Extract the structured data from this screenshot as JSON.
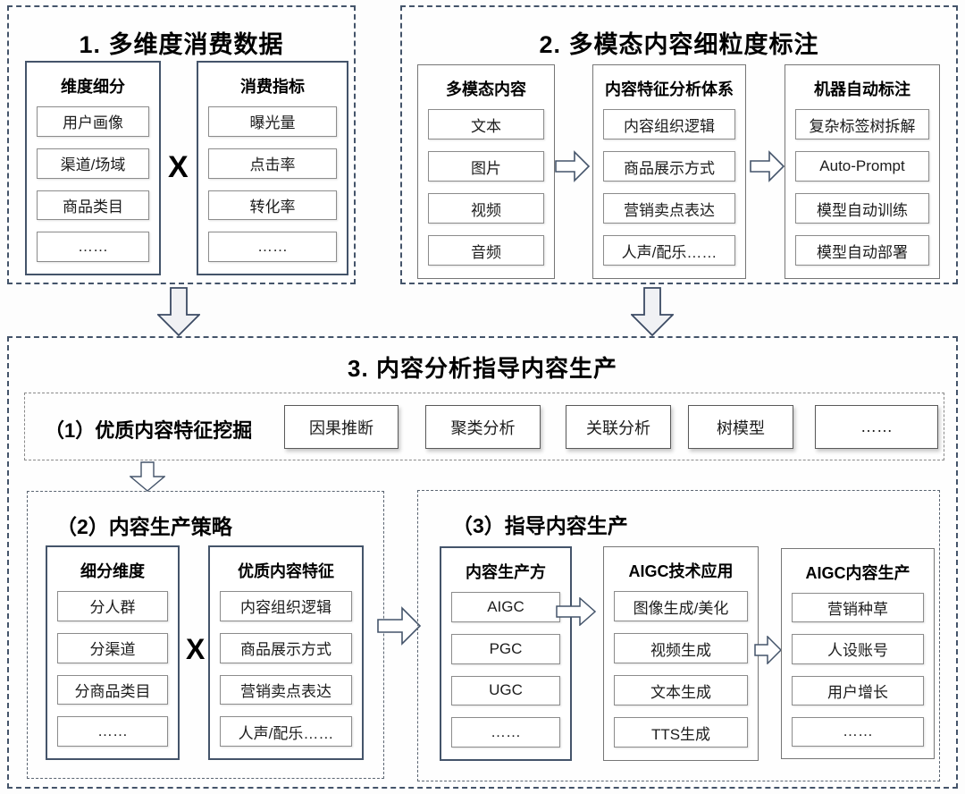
{
  "colors": {
    "frame_dashed": "#44546a",
    "container_navy": "#44546a",
    "container_gray": "#767676",
    "item_border": "#8c8c8c",
    "arrow_fill_big": "#f0f1f4",
    "arrow_fill_small": "#ffffff"
  },
  "section1": {
    "title": "1. 多维度消费数据",
    "operator": "X",
    "left": {
      "header": "维度细分",
      "items": [
        "用户画像",
        "渠道/场域",
        "商品类目",
        "……"
      ]
    },
    "right": {
      "header": "消费指标",
      "items": [
        "曝光量",
        "点击率",
        "转化率",
        "……"
      ]
    }
  },
  "section2": {
    "title": "2. 多模态内容细粒度标注",
    "columns": [
      {
        "header": "多模态内容",
        "items": [
          "文本",
          "图片",
          "视频",
          "音频"
        ]
      },
      {
        "header": "内容特征分析体系",
        "items": [
          "内容组织逻辑",
          "商品展示方式",
          "营销卖点表达",
          "人声/配乐……"
        ]
      },
      {
        "header": "机器自动标注",
        "items": [
          "复杂标签树拆解",
          "Auto-Prompt",
          "模型自动训练",
          "模型自动部署"
        ]
      }
    ]
  },
  "section3": {
    "title": "3. 内容分析指导内容生产",
    "mining": {
      "label": "（1）优质内容特征挖掘",
      "items": [
        "因果推断",
        "聚类分析",
        "关联分析",
        "树模型",
        "……"
      ]
    },
    "strategy": {
      "title": "（2）内容生产策略",
      "operator": "X",
      "left": {
        "header": "细分维度",
        "items": [
          "分人群",
          "分渠道",
          "分商品类目",
          "……"
        ]
      },
      "right": {
        "header": "优质内容特征",
        "items": [
          "内容组织逻辑",
          "商品展示方式",
          "营销卖点表达",
          "人声/配乐……"
        ]
      }
    },
    "production": {
      "title": "（3）指导内容生产",
      "columns": [
        {
          "header": "内容生产方",
          "items": [
            "AIGC",
            "PGC",
            "UGC",
            "……"
          ]
        },
        {
          "header": "AIGC技术应用",
          "items": [
            "图像生成/美化",
            "视频生成",
            "文本生成",
            "TTS生成"
          ]
        },
        {
          "header": "AIGC内容生产",
          "items": [
            "营销种草",
            "人设账号",
            "用户增长",
            "……"
          ]
        }
      ]
    }
  }
}
